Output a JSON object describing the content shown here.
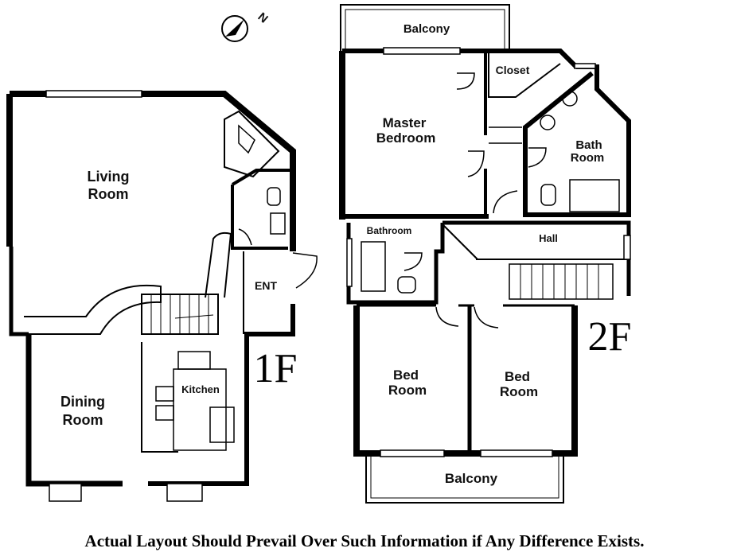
{
  "compass": {
    "label": "N",
    "icon": "north-arrow-icon"
  },
  "floor1": {
    "label": "1F",
    "rooms": {
      "living_line1": "Living",
      "living_line2": "Room",
      "dining_line1": "Dining",
      "dining_line2": "Room",
      "kitchen": "Kitchen",
      "ent": "ENT"
    }
  },
  "floor2": {
    "label": "2F",
    "rooms": {
      "balcony_top": "Balcony",
      "closet": "Closet",
      "master_line1": "Master",
      "master_line2": "Bedroom",
      "bath_line1": "Bath",
      "bath_line2": "Room",
      "bathroom": "Bathroom",
      "hall": "Hall",
      "bed1_line1": "Bed",
      "bed1_line2": "Room",
      "bed2_line1": "Bed",
      "bed2_line2": "Room",
      "balcony_bottom": "Balcony"
    }
  },
  "disclaimer": "Actual Layout Should Prevail Over Such Information if Any Difference Exists."
}
